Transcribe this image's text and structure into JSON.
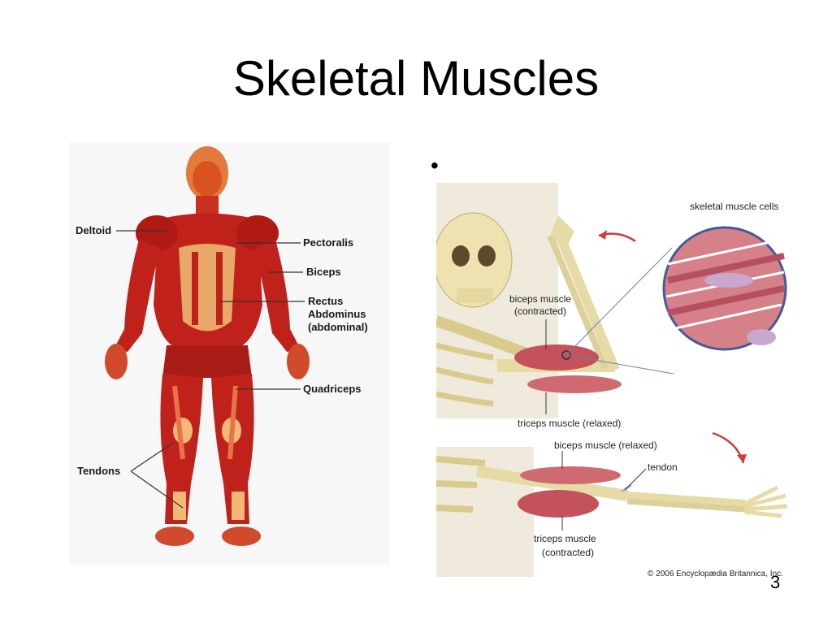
{
  "slide": {
    "title": "Skeletal Muscles",
    "bullet": "•",
    "page_number": "3"
  },
  "left_figure": {
    "labels": {
      "deltoid": "Deltoid",
      "pectoralis": "Pectoralis",
      "biceps": "Biceps",
      "rectus_1": "Rectus",
      "rectus_2": "Abdominus",
      "rectus_3": "(abdominal)",
      "quadriceps": "Quadriceps",
      "tendons": "Tendons"
    },
    "colors": {
      "muscle": "#c0221b",
      "muscle_light": "#e0553a",
      "tendon": "#f2b877"
    }
  },
  "right_figure": {
    "labels": {
      "cells": "skeletal muscle cells",
      "biceps_contracted_1": "biceps muscle",
      "biceps_contracted_2": "(contracted)",
      "triceps_relaxed": "triceps muscle (relaxed)",
      "biceps_relaxed": "biceps muscle (relaxed)",
      "tendon": "tendon",
      "triceps_contracted_1": "triceps muscle",
      "triceps_contracted_2": "(contracted)",
      "copyright": "© 2006 Encyclopædia Britannica, Inc."
    },
    "colors": {
      "bone": "#eee3b0",
      "muscle": "#c4525a",
      "cell": "#d6808a",
      "arrow": "#d23a3a"
    }
  }
}
